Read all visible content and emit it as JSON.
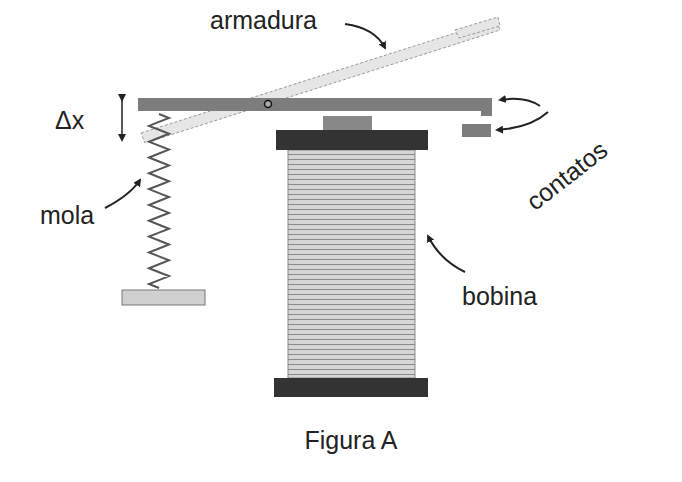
{
  "diagram": {
    "caption": "Figura A",
    "labels": [
      "armadura",
      "Δx",
      "mola",
      "contatos",
      "bobina"
    ]
  }
}
